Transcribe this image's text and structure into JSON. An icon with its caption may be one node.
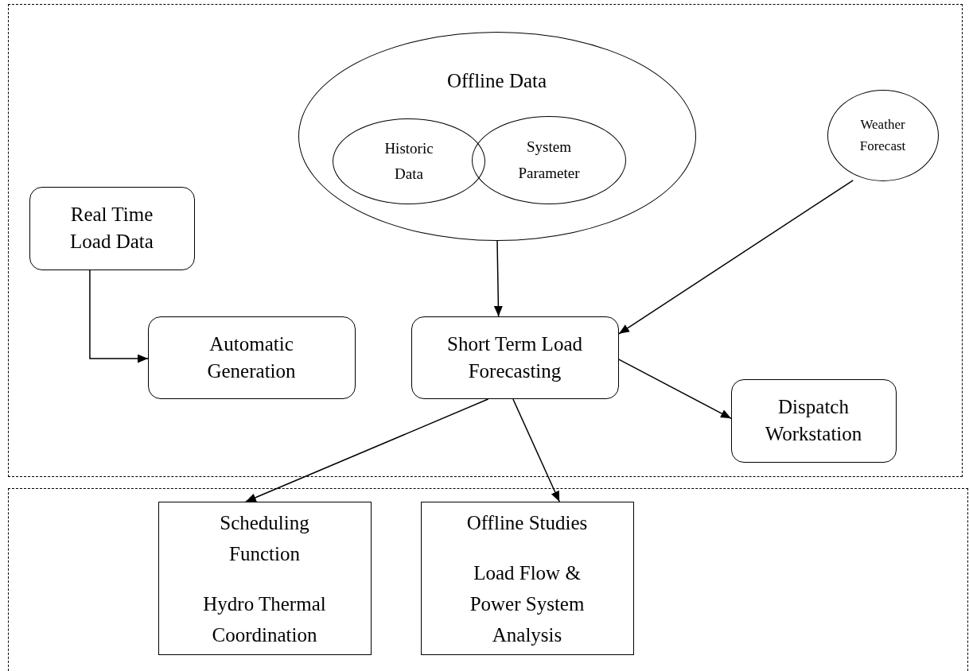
{
  "diagram": {
    "nodes": [
      {
        "text": [],
        "shape": "box"
      },
      {
        "text": [
          "Offline Data"
        ],
        "in": 0
      },
      {
        "text": [
          "Historic Data"
        ],
        "in": 1
      },
      {
        "text": [
          "System Parameter"
        ],
        "in": 1
      },
      {
        "text": [
          "Weather Forecast"
        ],
        "in": 0
      },
      {
        "text": [
          "Real Time Load Data"
        ],
        "in": 0
      },
      {
        "text": [
          "Automatic Generation"
        ],
        "in": 0
      },
      {
        "text": [
          "Short Term Load Forecasting"
        ],
        "in": 0
      },
      {
        "text": [
          "Dispatch Workstation"
        ],
        "in": 0
      },
      {
        "text": [],
        "shape": "box"
      },
      {
        "text": [
          "Scheduling Function",
          "Hydro Thermal Coordination"
        ],
        "in": 9
      },
      {
        "text": [
          "Offline Studies",
          "Load Flow & Power System Analysis"
        ],
        "in": 9
      }
    ],
    "edges": [
      {
        "from": 1,
        "to": 7,
        "arrow": "to"
      },
      {
        "from": 4,
        "to": 7,
        "arrow": "to"
      },
      {
        "from": 5,
        "to": 6,
        "arrow": "to"
      },
      {
        "from": 7,
        "to": 8,
        "arrow": "to"
      },
      {
        "from": 7,
        "to": 10,
        "arrow": "to"
      },
      {
        "from": 7,
        "to": 11,
        "arrow": "to"
      }
    ]
  }
}
